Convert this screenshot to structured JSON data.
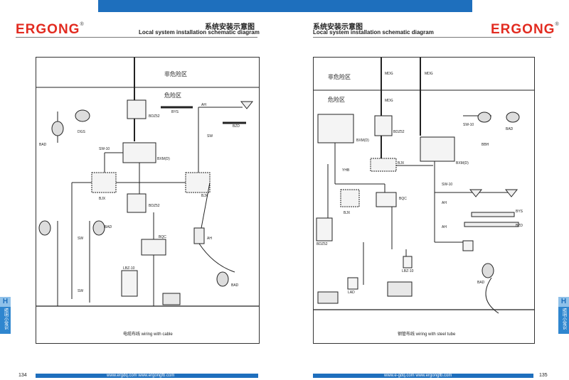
{
  "brand": {
    "logo_text": "ERGONG",
    "registered_mark": "®",
    "accent": "#e22b20",
    "bar_color": "#1e6fbd"
  },
  "left_page": {
    "header_cn": "系统安装示意图",
    "header_en": "Local system installation schematic diagram",
    "zone_safe": "非危险区",
    "zone_hazard": "危险区",
    "labels": {
      "bdz52_top": "BDZ52",
      "bxm": "BXM(D)",
      "sw_top": "SW-10",
      "bjx_left": "BJX",
      "bjx_right": "BJX",
      "bdz52_mid": "BDZ52",
      "bqc": "BQC",
      "ah_top": "AH",
      "sw_right": "SW",
      "bys": "BYS",
      "ah_right": "AH",
      "lbz": "LBZ-10",
      "sw_mid": "SW",
      "sw_bottom": "SW",
      "bad": "BAD",
      "bad_right": "BAD",
      "bzd": "BZD",
      "bad_left": "BAD",
      "dgs": "DGS"
    },
    "caption": "电缆布线 wiring with cable",
    "page_number": "134",
    "footer_url": "www.ergdq.com    www.ergongfb.com"
  },
  "right_page": {
    "header_cn": "系统安装示意图",
    "header_en": "Local system installation schematic diagram",
    "zone_safe": "非危险区",
    "zone_hazard": "危险区",
    "labels": {
      "mdg1": "MDG",
      "mdg2": "MDG",
      "mdg3": "MDG",
      "bxm": "BXM(D)",
      "bdz52_top": "BDZ52",
      "ytb": "YHB",
      "bjx_left": "BJX",
      "bjx": "BJX",
      "bxm_right": "BXM(D)",
      "sw10_top": "SW-10",
      "bad": "BAD",
      "bbh": "BBH",
      "sw10_mid": "SW-10",
      "bqc": "BQC",
      "ah1": "AH",
      "ah2": "AH",
      "bys": "BYS",
      "bzd": "BZD",
      "lbz": "LBZ-10",
      "bdz52_bot": "BDZ52",
      "lad": "LAD",
      "bad_mid": "BAD"
    },
    "caption": "钢管布线 wiring with steel tube",
    "page_number": "135",
    "footer_url": "www.e-gdq.com    www.ergongfb.com"
  },
  "side_tab": {
    "letter": "H",
    "text": "照明小常识"
  }
}
